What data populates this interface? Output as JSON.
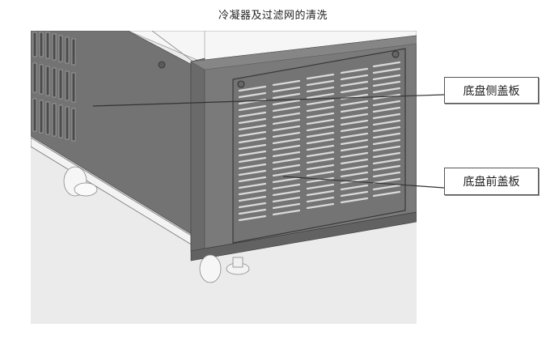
{
  "title": "冷凝器及过滤网的清洗",
  "figure": {
    "description": "Isometric rendering of equipment base with louvered front and side panels on casters",
    "colors": {
      "background": "#ebebeb",
      "panel_dark": "#6e6e6e",
      "panel_mid": "#7d7d7d",
      "frame_light": "#f2f2f2",
      "leader_line": "#333333"
    }
  },
  "callouts": [
    {
      "id": "side-panel",
      "label": "底盘侧盖板"
    },
    {
      "id": "front-panel",
      "label": "底盘前盖板"
    }
  ]
}
